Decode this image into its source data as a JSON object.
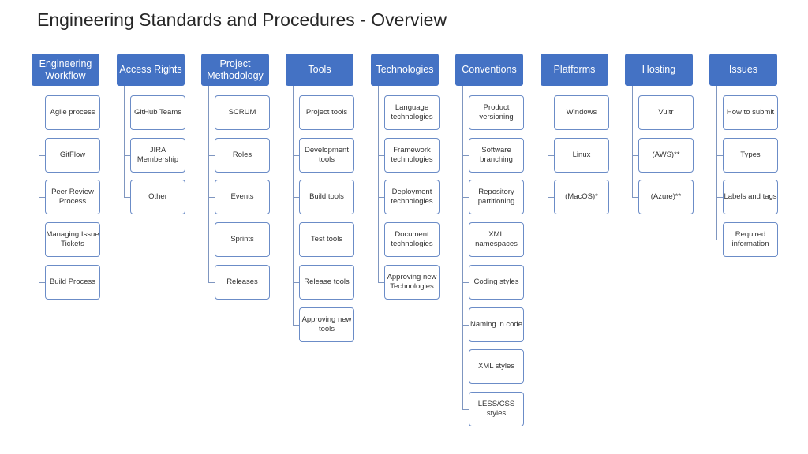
{
  "title": "Engineering Standards and Procedures - Overview",
  "colors": {
    "header": "#4472c4",
    "border": "#6b8cc7"
  },
  "columns": [
    {
      "label": "Engineering Workflow",
      "items": [
        "Agile process",
        "GitFlow",
        "Peer Review Process",
        "Managing Issue Tickets",
        "Build Process"
      ]
    },
    {
      "label": "Access Rights",
      "items": [
        "GitHub Teams",
        "JIRA Membership",
        "Other"
      ]
    },
    {
      "label": "Project Methodology",
      "items": [
        "SCRUM",
        "Roles",
        "Events",
        "Sprints",
        "Releases"
      ]
    },
    {
      "label": "Tools",
      "items": [
        "Project tools",
        "Development tools",
        "Build tools",
        "Test tools",
        "Release tools",
        "Approving new tools"
      ]
    },
    {
      "label": "Technologies",
      "items": [
        "Language technologies",
        "Framework technologies",
        "Deployment technologies",
        "Document technologies",
        "Approving new Technologies"
      ]
    },
    {
      "label": "Conventions",
      "items": [
        "Product versioning",
        "Software branching",
        "Repository partitioning",
        "XML namespaces",
        "Coding styles",
        "Naming in code",
        "XML styles",
        "LESS/CSS styles"
      ]
    },
    {
      "label": "Platforms",
      "items": [
        "Windows",
        "Linux",
        "(MacOS)*"
      ]
    },
    {
      "label": "Hosting",
      "items": [
        "Vultr",
        "(AWS)**",
        "(Azure)**"
      ]
    },
    {
      "label": "Issues",
      "items": [
        "How to submit",
        "Types",
        "Labels and tags",
        "Required information"
      ]
    }
  ]
}
